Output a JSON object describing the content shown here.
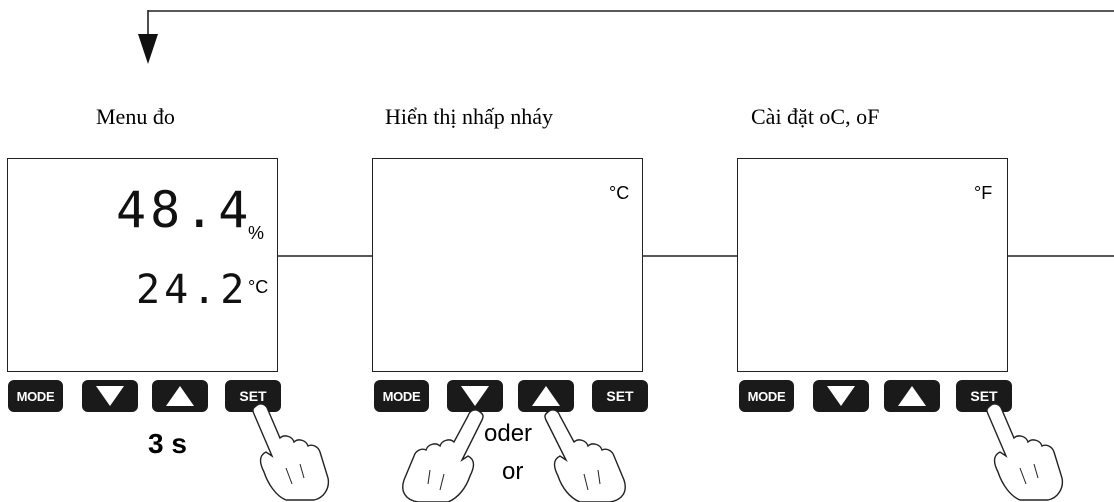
{
  "captions": {
    "measure_menu": "Menu đo",
    "blinking_display": "Hiển thị nhấp nháy",
    "unit_setting": "Cài đặt oC, oF"
  },
  "panel1": {
    "humidity_value": "48.4",
    "humidity_unit": "%",
    "temperature_value": "24.2",
    "temperature_unit": "°C"
  },
  "panel2": {
    "unit": "°C"
  },
  "panel3": {
    "unit": "°F"
  },
  "buttons": {
    "mode": "MODE",
    "set": "SET"
  },
  "notes": {
    "hold_time": "3 s",
    "oder": "oder",
    "or": "or"
  }
}
